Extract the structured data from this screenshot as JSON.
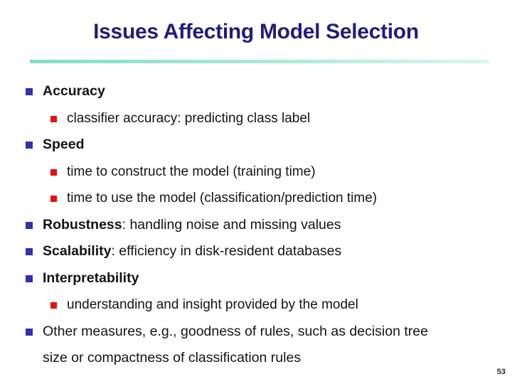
{
  "slide": {
    "title": "Issues Affecting Model Selection",
    "page_number": "53",
    "colors": {
      "background": "#FFFFFF",
      "title_text": "#1E1E7B",
      "body_text": "#141414",
      "bullet_l1": "#3030B2",
      "bullet_l2": "#EA0E0E",
      "rule_left": "#7FDEC7",
      "rule_mid": "#A9EAD9",
      "rule_right": "#D9F6F1",
      "page_number": "#2B2B2B"
    },
    "bullets": [
      {
        "level": 1,
        "lead": "Accuracy",
        "rest": ""
      },
      {
        "level": 2,
        "rest": "classifier accuracy: predicting class label"
      },
      {
        "level": 1,
        "lead": "Speed",
        "rest": ""
      },
      {
        "level": 2,
        "rest": "time to construct the model (training time)"
      },
      {
        "level": 2,
        "rest": "time to use the model (classification/prediction time)"
      },
      {
        "level": 1,
        "lead": "Robustness",
        "rest": ": handling noise and missing values"
      },
      {
        "level": 1,
        "lead": "Scalability",
        "rest": ": efficiency in disk-resident databases"
      },
      {
        "level": 1,
        "lead": "Interpretability",
        "rest": ""
      },
      {
        "level": 2,
        "rest": "understanding and insight provided by the model"
      },
      {
        "level": 1,
        "rest": "Other measures, e.g., goodness of rules, such as decision tree size or compactness of classification rules"
      }
    ]
  }
}
